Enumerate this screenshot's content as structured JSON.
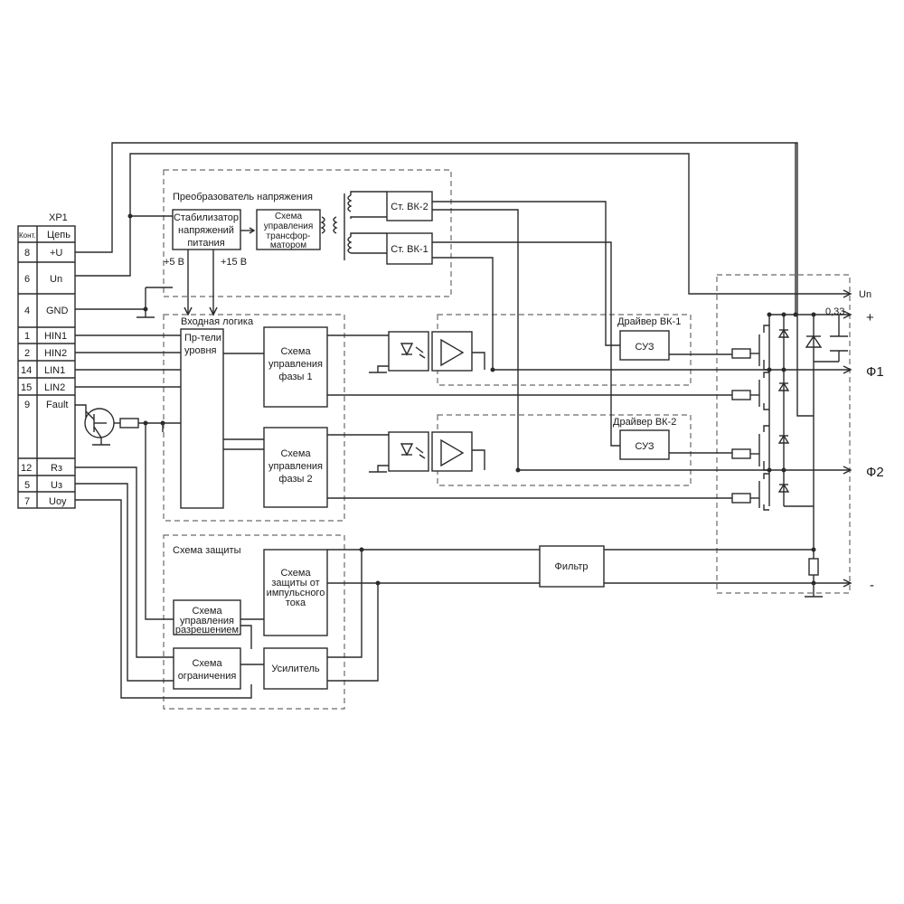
{
  "connector": {
    "title": "XP1",
    "col_contact": "Конт.",
    "col_circuit": "Цепь",
    "pins": [
      {
        "num": "8",
        "name": "+U"
      },
      {
        "num": "6",
        "name": "Un"
      },
      {
        "num": "4",
        "name": "GND"
      },
      {
        "num": "1",
        "name": "HIN1"
      },
      {
        "num": "2",
        "name": "HIN2"
      },
      {
        "num": "14",
        "name": "LIN1"
      },
      {
        "num": "15",
        "name": "LIN2"
      },
      {
        "num": "9",
        "name": "Fault"
      },
      {
        "num": "12",
        "name": "Rз"
      },
      {
        "num": "5",
        "name": "Uз"
      },
      {
        "num": "7",
        "name": "Uoy"
      }
    ]
  },
  "converter": {
    "title": "Преобразователь напряжения",
    "stabilizer": [
      "Стабилизатор",
      "напряжений",
      "питания"
    ],
    "transformer_ctrl": [
      "Схема",
      "управления",
      "трансфор-",
      "матором"
    ],
    "v5": "+5 В",
    "v15": "+15 В",
    "st_vk2": "Ст. ВК-2",
    "st_vk1": "Ст. ВК-1"
  },
  "logic": {
    "title": "Входная логика",
    "level_shifters": [
      "Пр-тели",
      "уровня"
    ],
    "phase1": [
      "Схема",
      "управления",
      "фазы 1"
    ],
    "phase2": [
      "Схема",
      "управления",
      "фазы 2"
    ]
  },
  "drivers": {
    "vk1": "Драйвер ВК-1",
    "vk2": "Драйвер ВК-2",
    "suz1": "СУЗ",
    "suz2": "СУЗ"
  },
  "protection": {
    "title": "Схема защиты",
    "pulse": [
      "Схема",
      "защиты от",
      "импульсного",
      "тока"
    ],
    "enable": [
      "Схема",
      "управления",
      "разрешением"
    ],
    "limit": [
      "Схема",
      "ограничения"
    ],
    "amp": "Усилитель"
  },
  "filter": "Фильтр",
  "outputs": {
    "un": "Un",
    "c_value": "0,33",
    "plus": "+",
    "phi1": "Ф1",
    "phi2": "Ф2",
    "minus": "-"
  }
}
